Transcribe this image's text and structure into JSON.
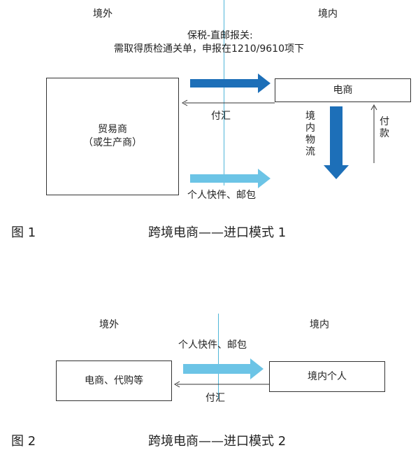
{
  "figure1": {
    "region_outside": "境外",
    "region_inside": "境内",
    "bonded_note_line1": "保税-直邮报关:",
    "bonded_note_line2": "需取得质检通关单，申报在1210/9610项下",
    "trader_line1": "贸易商",
    "trader_line2": "（或生产商）",
    "ecommerce": "电商",
    "remittance": "付汇",
    "domestic_logistics": "境内物流",
    "payment": "付款",
    "parcel": "个人快件、邮包",
    "caption_number": "图 1",
    "caption_title": "跨境电商——进口模式 1"
  },
  "figure2": {
    "region_outside": "境外",
    "region_inside": "境内",
    "parcel": "个人快件、邮包",
    "seller": "电商、代购等",
    "domestic_individual": "境内个人",
    "remittance": "付汇",
    "caption_number": "图 2",
    "caption_title": "跨境电商——进口模式 2"
  },
  "colors": {
    "dark_arrow": "#1d6fb8",
    "light_arrow": "#6cc4e6",
    "border_line": "#4fb6d8",
    "thin_line": "#333333"
  }
}
